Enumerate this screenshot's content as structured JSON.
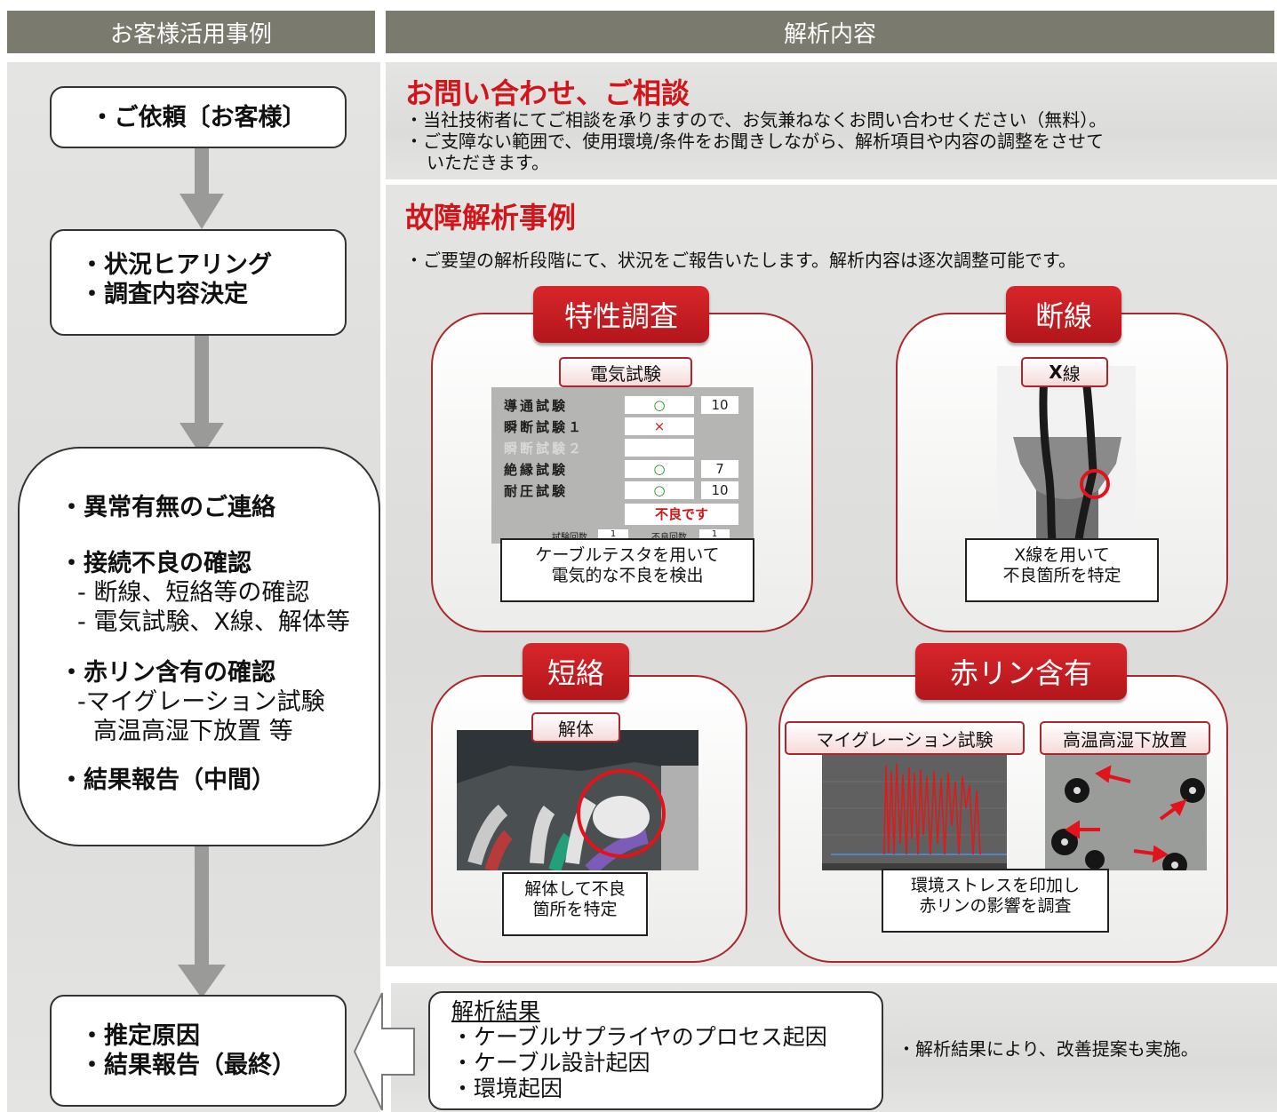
{
  "headers": {
    "left": "お客様活用事例",
    "right": "解析内容"
  },
  "flow": {
    "box1": "・ご依頼〔お客様〕",
    "box2_line1": "・状況ヒアリング",
    "box2_line2": "・調査内容決定",
    "box3": {
      "item1": "・異常有無のご連絡",
      "item2": "・接続不良の確認",
      "item2_sub1": "- 断線、短絡等の確認",
      "item2_sub2": "- 電気試験、X線、解体等",
      "item3": "・赤リン含有の確認",
      "item3_sub1": "-マイグレーション試験",
      "item3_sub2": "高温高湿下放置 等",
      "item4": "・結果報告（中間）"
    },
    "box4_line1": "・推定原因",
    "box4_line2": "・結果報告（最終）"
  },
  "inquiry": {
    "title": "お問い合わせ、ご相談",
    "line1": "・当社技術者にてご相談を承りますので、お気兼ねなくお問い合わせください（無料）。",
    "line2": "・ご支障ない範囲で、使用環境/条件をお聞きしながら、解析項目や内容の調整をさせて",
    "line3": "いただきます。"
  },
  "cases": {
    "title": "故障解析事例",
    "intro": "・ご要望の解析段階にて、状況をご報告いたします。解析内容は逐次調整可能です。",
    "characteristic": {
      "ribbon": "特性調査",
      "tag": "電気試験",
      "caption_line1": "ケーブルテスタを用いて",
      "caption_line2": "電気的な不良を検出",
      "table": {
        "rows": [
          {
            "label": "導通試験",
            "result": "○",
            "value": "10"
          },
          {
            "label": "瞬断試験１",
            "result": "×",
            "value": ""
          },
          {
            "label": "瞬断試験２",
            "result": "",
            "value": ""
          },
          {
            "label": "絶縁試験",
            "result": "○",
            "value": "7"
          },
          {
            "label": "耐圧試験",
            "result": "○",
            "value": "10"
          }
        ],
        "verdict": "不良です",
        "footer_label1": "試験回数",
        "footer_value1": "1",
        "footer_label2": "不良回数",
        "footer_value2": "1"
      }
    },
    "break": {
      "ribbon": "断線",
      "tag_bold": "X",
      "tag_rest": "線",
      "caption_line1": "X線を用いて",
      "caption_line2": "不良箇所を特定"
    },
    "short": {
      "ribbon": "短絡",
      "tag": "解体",
      "caption_line1": "解体して不良",
      "caption_line2": "箇所を特定"
    },
    "red_phosphorus": {
      "ribbon": "赤リン含有",
      "tag1": "マイグレーション試験",
      "tag2": "高温高湿下放置",
      "caption_line1": "環境ストレスを印加し",
      "caption_line2": "赤リンの影響を調査"
    }
  },
  "result": {
    "title": "解析結果",
    "item1": "・ケーブルサプライヤのプロセス起因",
    "item2": "・ケーブル設計起因",
    "item3": "・環境起因",
    "note": "・解析結果により、改善提案も実施。"
  },
  "colors": {
    "header_bg": "#7a7a6e",
    "accent_red": "#d0161b",
    "ribbon_red": "#c0191e",
    "panel_gray": "#e0e0de"
  },
  "icons": {
    "flow_arrow": "down-arrow-icon",
    "result_arrow": "left-arrow-icon",
    "highlight": "red-circle-icon"
  }
}
